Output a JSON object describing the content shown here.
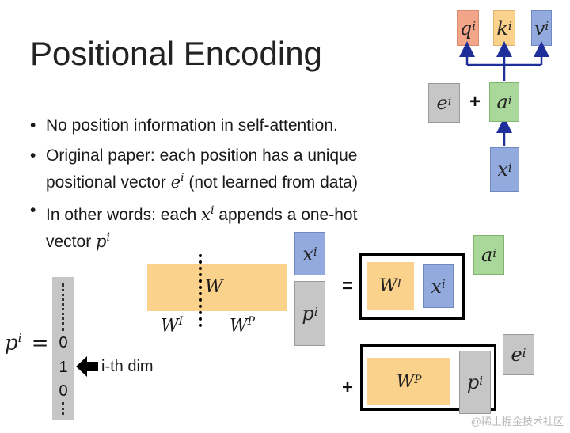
{
  "title": "Positional Encoding",
  "bullets": {
    "b1": "No position information in self-attention.",
    "b2_line1": "Original paper: each position has a unique",
    "b2_line2_pre": "positional vector ",
    "b2_line2_post": " (not learned from data)",
    "b3_line1_pre": "In other words: each ",
    "b3_line1_post": " appends a one-hot",
    "b3_line2_pre": "vector "
  },
  "symbols": {
    "e": "e",
    "x": "x",
    "p": "p",
    "a": "a",
    "q": "q",
    "k": "k",
    "v": "v",
    "W": "W",
    "i": "i",
    "I": "I",
    "P": "P"
  },
  "operators": {
    "plus": "+",
    "equals": "="
  },
  "onehot": {
    "label_sym": "p",
    "label_sup": "i",
    "label_eq": "=",
    "values": [
      "0",
      "1",
      "0"
    ],
    "arrow_label": "i-th dim"
  },
  "watermark": "@稀土掘金技术社区",
  "colors": {
    "orange": "#fbd28c",
    "gray": "#c6c6c6",
    "blue": "#93aadf",
    "green": "#a9d89a",
    "red": "#f3a58a",
    "arrow_blue": "#1f2f9a"
  }
}
